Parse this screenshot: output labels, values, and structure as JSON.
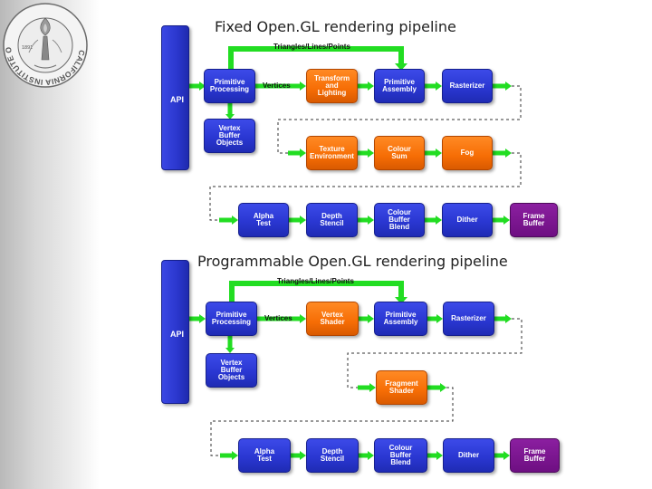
{
  "logo": {
    "text": "CALIFORNIA INSTITUTE OF TECHNOLOGY",
    "year": "1891"
  },
  "fixed": {
    "title": "Fixed Open.GL rendering pipeline",
    "api": "API",
    "primitives_label": "Triangles/Lines/Points",
    "vertices_label": "Vertices",
    "blocks": {
      "primitive_processing": "Primitive\nProcessing",
      "vertex_buffer_objects": "Vertex\nBuffer\nObjects",
      "transform_lighting": "Transform\nand\nLighting",
      "primitive_assembly": "Primitive\nAssembly",
      "rasterizer": "Rasterizer",
      "texture_environment": "Texture\nEnvironment",
      "colour_sum": "Colour\nSum",
      "fog": "Fog",
      "alpha_test": "Alpha\nTest",
      "depth_stencil": "Depth\nStencil",
      "colour_buffer_blend": "Colour\nBuffer\nBlend",
      "dither": "Dither",
      "frame_buffer": "Frame Buffer"
    }
  },
  "programmable": {
    "title": "Programmable Open.GL rendering pipeline",
    "api": "API",
    "primitives_label": "Triangles/Lines/Points",
    "vertices_label": "Vertices",
    "blocks": {
      "primitive_processing": "Primitive\nProcessing",
      "vertex_buffer_objects": "Vertex\nBuffer\nObjects",
      "vertex_shader": "Vertex\nShader",
      "primitive_assembly": "Primitive\nAssembly",
      "rasterizer": "Rasterizer",
      "fragment_shader": "Fragment\nShader",
      "alpha_test": "Alpha\nTest",
      "depth_stencil": "Depth\nStencil",
      "colour_buffer_blend": "Colour\nBuffer\nBlend",
      "dither": "Dither",
      "frame_buffer": "Frame Buffer"
    }
  },
  "colors": {
    "stage_blue": "#2a37d2",
    "shader_orange": "#f66d05",
    "framebuffer_purple": "#6e0f82",
    "arrow_green": "#22dd22"
  }
}
